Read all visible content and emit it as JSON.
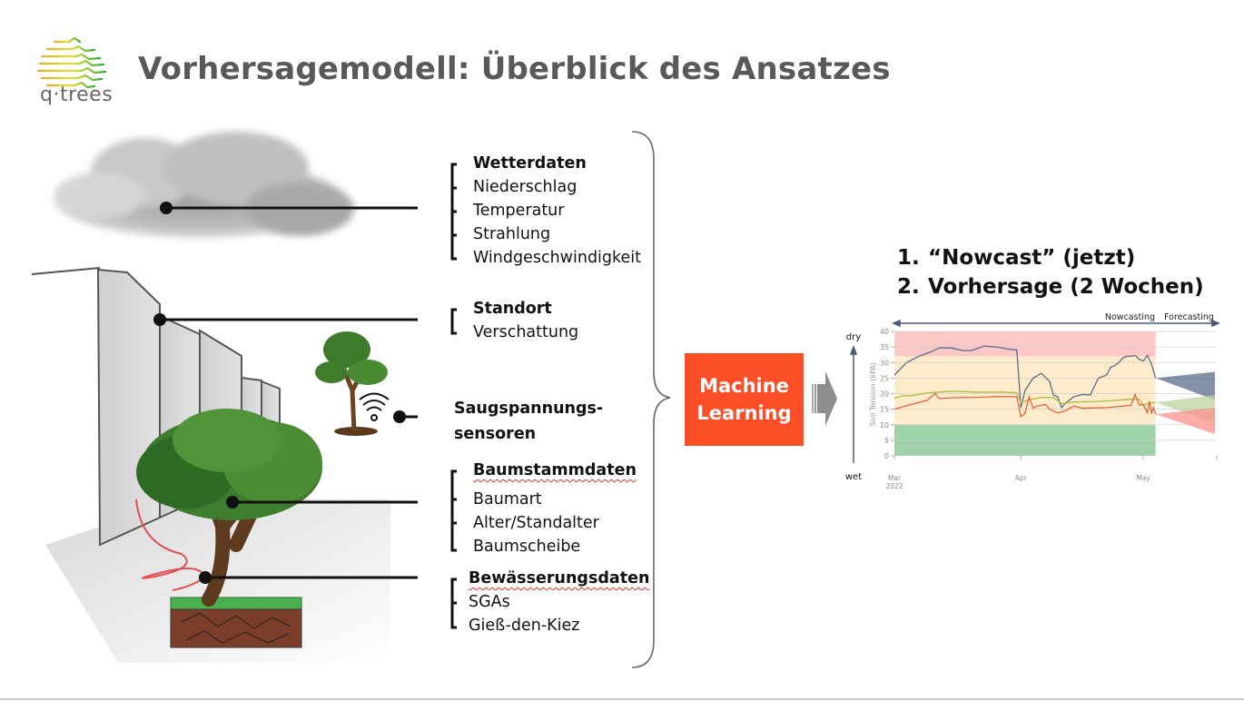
{
  "slide": {
    "title": "Vorhersagemodell: Überblick des Ansatzes",
    "logo_text": "q·trees"
  },
  "inputs": {
    "groups": [
      {
        "heading": "Wetterdaten",
        "items": [
          "Niederschlag",
          "Temperatur",
          "Strahlung",
          "Windgeschwindigkeit"
        ],
        "source_icon": "cloud-icon"
      },
      {
        "heading": "Standort",
        "items": [
          "Verschattung"
        ],
        "source_icon": "building-icon"
      },
      {
        "heading": "Saugspannungs-",
        "heading_line2": "sensoren",
        "items": [],
        "source_icon": "wireless-sensor-icon"
      },
      {
        "heading": "Baumstammdaten",
        "items": [
          "Baumart",
          "Alter/Standalter",
          "Baumscheibe"
        ],
        "source_icon": "tree-icon"
      },
      {
        "heading": "Bewässerungsdaten",
        "items": [
          "SGAs",
          "Gieß-den-Kiez"
        ],
        "source_icon": "hose-icon"
      }
    ]
  },
  "model": {
    "label_line1": "Machine",
    "label_line2": "Learning",
    "color": "#fb4d26"
  },
  "outputs": {
    "items": [
      {
        "num": "1.",
        "text": "“Nowcast” (jetzt)"
      },
      {
        "num": "2.",
        "text": "Vorhersage (2 Wochen)"
      }
    ]
  },
  "chart_data": {
    "type": "line",
    "title": "",
    "ylabel": "Soil Tension (kPA)",
    "ylim": [
      0,
      40
    ],
    "yticks": [
      0,
      5,
      10,
      15,
      20,
      25,
      30,
      35,
      40
    ],
    "xticks": [
      {
        "day": 0,
        "label": "Mar",
        "label2": "2022"
      },
      {
        "day": 31,
        "label": "Apr"
      },
      {
        "day": 61,
        "label": "May"
      }
    ],
    "xlim_days": [
      0,
      79
    ],
    "nowcast_end_day": 64,
    "side_labels": {
      "top": "dry",
      "bottom": "wet"
    },
    "period_labels": {
      "nowcast": "Nowcasting",
      "forecast": "Forecasting"
    },
    "bands": [
      {
        "from": 0,
        "to": 10,
        "color": "#9fd2a8"
      },
      {
        "from": 10,
        "to": 32,
        "color": "#fdeccb"
      },
      {
        "from": 32,
        "to": 40,
        "color": "#fdc7c5"
      }
    ],
    "series": [
      {
        "name": "sensor-deep",
        "color": "#5a6e8c",
        "x": [
          0,
          3,
          6,
          9,
          11,
          14,
          17,
          19,
          22,
          25,
          28,
          30,
          31,
          32,
          34,
          36,
          38,
          39,
          40,
          41,
          42,
          44,
          46,
          48,
          50,
          52,
          53,
          54,
          55,
          56,
          57,
          58,
          59,
          60,
          61,
          62,
          63,
          64
        ],
        "y": [
          26,
          30,
          32,
          33.5,
          34.7,
          34.7,
          33.8,
          33.9,
          35.3,
          35,
          34.3,
          34,
          15.5,
          21,
          25,
          26.5,
          24,
          19.5,
          19,
          15.5,
          17,
          19,
          19.7,
          19.6,
          25,
          26,
          28.5,
          29,
          30,
          31.5,
          32,
          32,
          32.3,
          31,
          30.5,
          32.3,
          29.5,
          25
        ]
      },
      {
        "name": "sensor-mid",
        "color": "#a7bd3c",
        "x": [
          0,
          2,
          4,
          8,
          14,
          20,
          26,
          30,
          31,
          33,
          36,
          39,
          41,
          44,
          50,
          58,
          60,
          61,
          62,
          64
        ],
        "y": [
          18.5,
          19.3,
          19.3,
          20.2,
          20.8,
          20.5,
          20.5,
          20.3,
          17,
          18,
          18.8,
          18.7,
          16.8,
          17.3,
          17.5,
          18.2,
          18.2,
          16.2,
          16.8,
          17.2
        ]
      },
      {
        "name": "sensor-shallow",
        "color": "#e8603c",
        "x": [
          0,
          4,
          8,
          10,
          11,
          14,
          20,
          26,
          30,
          31,
          32,
          33,
          34,
          35,
          37,
          38,
          40,
          42,
          44,
          46,
          48,
          52,
          58,
          59,
          60,
          61,
          62,
          62.5,
          63,
          63.5,
          64
        ],
        "y": [
          15,
          16.5,
          17.8,
          20,
          18.4,
          18.7,
          18.8,
          19.1,
          19,
          12.6,
          13.6,
          19,
          15.3,
          16,
          16.5,
          15,
          13.8,
          14.5,
          16,
          15.3,
          15.4,
          15.5,
          16.2,
          19.7,
          16.3,
          16.5,
          13.8,
          17.5,
          13.8,
          15.5,
          13.4
        ]
      }
    ],
    "forecast_cones": [
      {
        "series": "sensor-deep",
        "start": 25,
        "end_low": 18,
        "end_high": 27,
        "color": "#5a6e8c"
      },
      {
        "series": "sensor-mid",
        "start": 17.2,
        "end_low": 10.5,
        "end_high": 19.5,
        "color": "#b9d39c"
      },
      {
        "series": "sensor-shallow",
        "start": 13.4,
        "end_low": 7,
        "end_high": 15.5,
        "color": "#f8908c"
      }
    ]
  }
}
